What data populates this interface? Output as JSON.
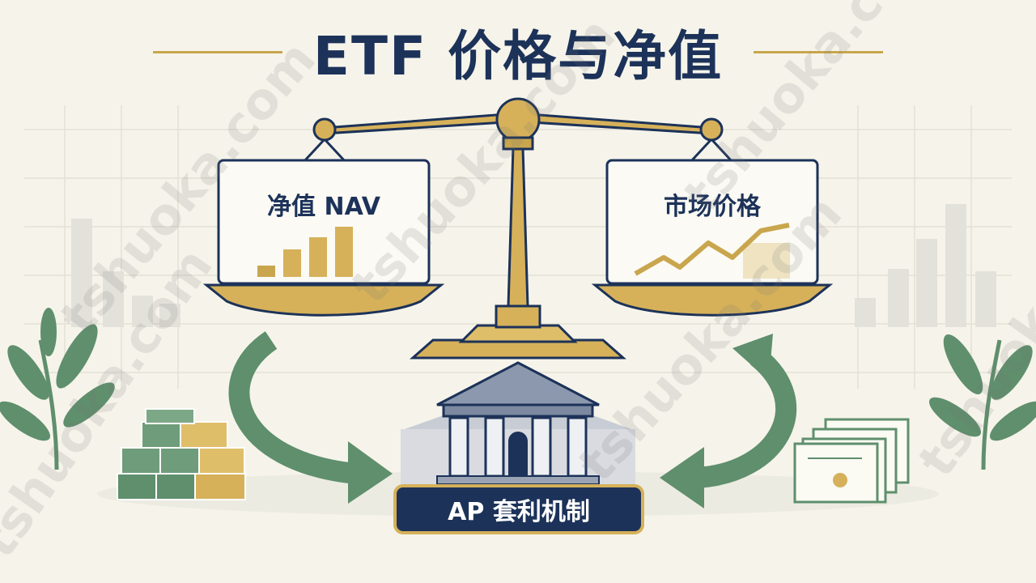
{
  "title": "ETF 价格与净值",
  "left_pan_label": "净值 NAV",
  "right_pan_label": "市场价格",
  "center_label": "AP 套利机制",
  "watermark": "tshuoka.com",
  "colors": {
    "navy": "#1c3259",
    "gold": "#d6b15a",
    "gold_dark": "#b8913a",
    "green": "#5f8f6d",
    "background": "#f6f4ea"
  },
  "icons": [
    "balance-scale-icon",
    "bank-building-icon",
    "cash-stack-icon",
    "certificate-stack-icon",
    "leaf-plant-icon",
    "bar-chart-icon",
    "line-chart-icon",
    "arrow-icon"
  ]
}
